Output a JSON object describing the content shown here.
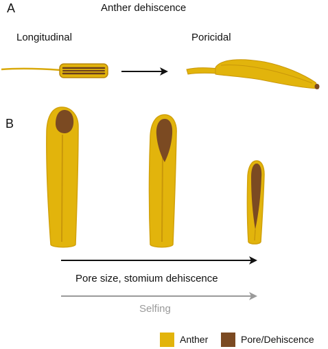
{
  "panels": {
    "a": "A",
    "b": "B"
  },
  "title": "Anther dehiscence",
  "labels": {
    "longitudinal": "Longitudinal",
    "poricidal": "Poricidal"
  },
  "arrows": {
    "pore": "Pore size, stomium dehiscence",
    "selfing": "Selfing"
  },
  "legend": {
    "anther": "Anther",
    "pore": "Pore/Dehiscence"
  },
  "colors": {
    "anther": "#e2b40c",
    "anther_edge": "#c9970a",
    "pore": "#7b4a22",
    "arrow_dark": "#111111",
    "arrow_grey": "#9a9a9a"
  }
}
